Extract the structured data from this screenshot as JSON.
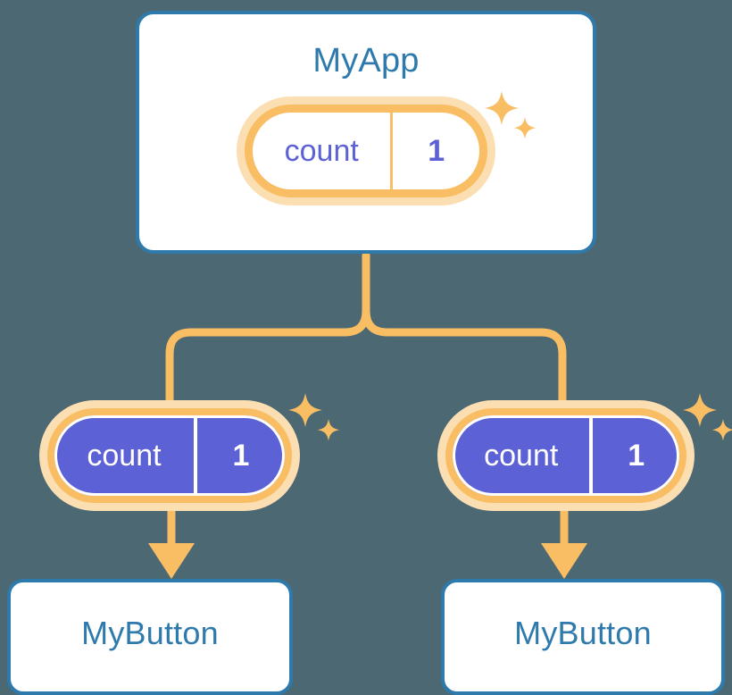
{
  "diagram": {
    "title": "React state propagation diagram",
    "background_color": "#4C6873",
    "accent_orange": "#F9BE64",
    "accent_orange_light": "#FBDFB3",
    "accent_blue": "#2E7AAD",
    "accent_purple": "#5C61D6",
    "card_background": "#FFFFFF"
  },
  "app_card": {
    "title": "MyApp",
    "state_pill": {
      "key": "count",
      "value": "1",
      "style": "light",
      "sparkle_label": "sparkles"
    }
  },
  "children": [
    {
      "state_pill": {
        "key": "count",
        "value": "1",
        "style": "dark",
        "sparkle_label": "sparkles"
      },
      "card": {
        "title": "MyButton"
      }
    },
    {
      "state_pill": {
        "key": "count",
        "value": "1",
        "style": "dark",
        "sparkle_label": "sparkles"
      },
      "card": {
        "title": "MyButton"
      }
    }
  ],
  "connectors": {
    "trunk_label": "state-flow-connector",
    "arrow_left_label": "arrow-to-left-button",
    "arrow_right_label": "arrow-to-right-button"
  }
}
